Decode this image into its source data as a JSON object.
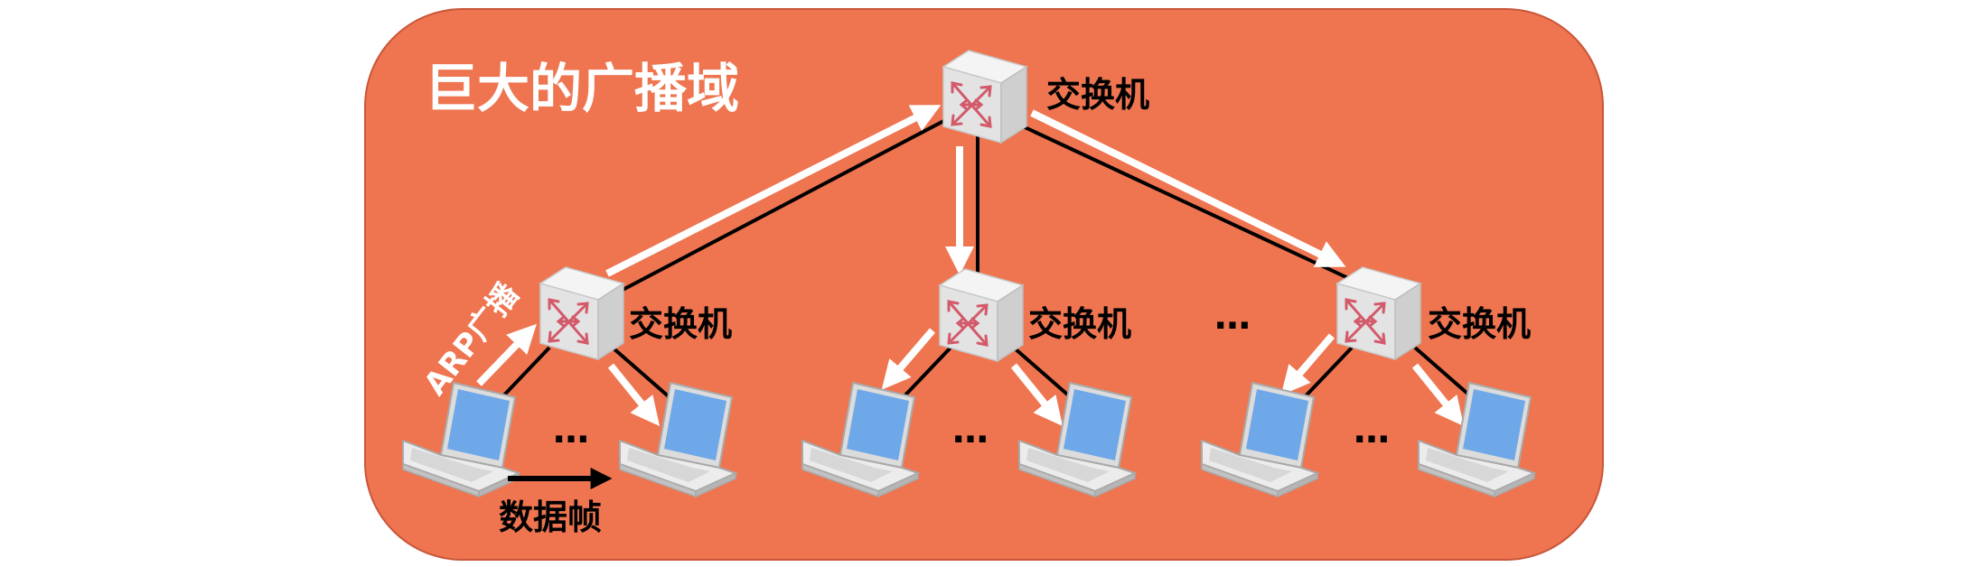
{
  "diagram": {
    "title": "巨大的广播域",
    "switch_label": "交换机",
    "ellipsis": "…",
    "arp_label": "ARP广播",
    "frame_label": "数据帧"
  },
  "colors": {
    "domain_fill": "#ee7550",
    "domain_stroke": "#c9563a",
    "link": "#000000",
    "broadcast_arrow": "#ffffff",
    "switch_body": "#e8e8e8",
    "switch_arrows": "#d35a6a",
    "laptop_screen": "#6fa8e8"
  },
  "nodes": {
    "switches": [
      "core-switch",
      "switch-1",
      "switch-2",
      "switch-3"
    ],
    "laptops": 6
  }
}
